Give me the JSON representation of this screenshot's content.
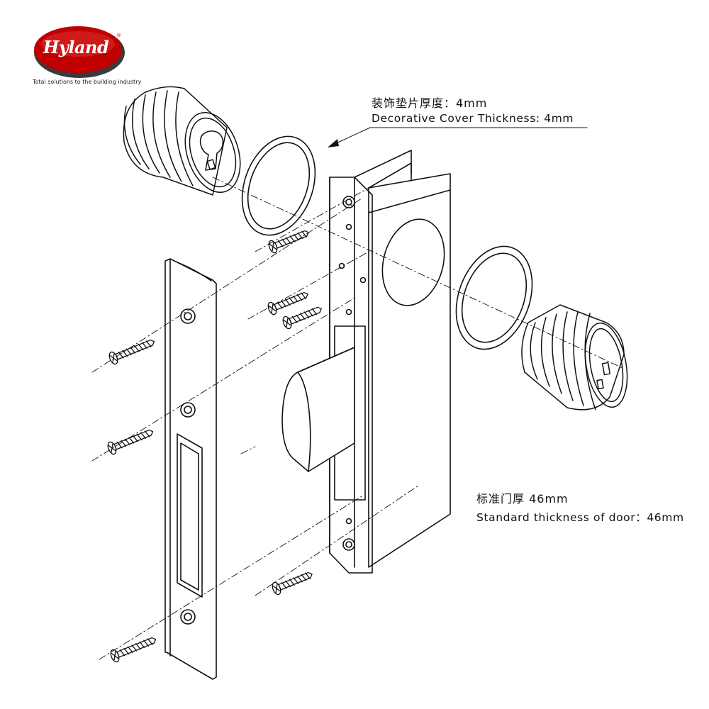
{
  "brand": {
    "name": "Hyland",
    "registered_mark": "®",
    "tagline": "Total solutions to the building industry",
    "colors": {
      "logo_fill": "#c00000",
      "logo_shadow": "#3a3a3a",
      "line": "#111111"
    }
  },
  "annotations": {
    "cover": {
      "chinese": "装饰垫片厚度：4mm",
      "english": "Decorative Cover Thickness: 4mm"
    },
    "door": {
      "chinese": "标准门厚 46mm",
      "english": "Standard thickness of door：46mm"
    }
  },
  "parts": [
    "cylinder-left",
    "decorative-cover-left",
    "faceplate",
    "lock-body",
    "deadbolt",
    "decorative-cover-right",
    "cylinder-right",
    "screws"
  ]
}
